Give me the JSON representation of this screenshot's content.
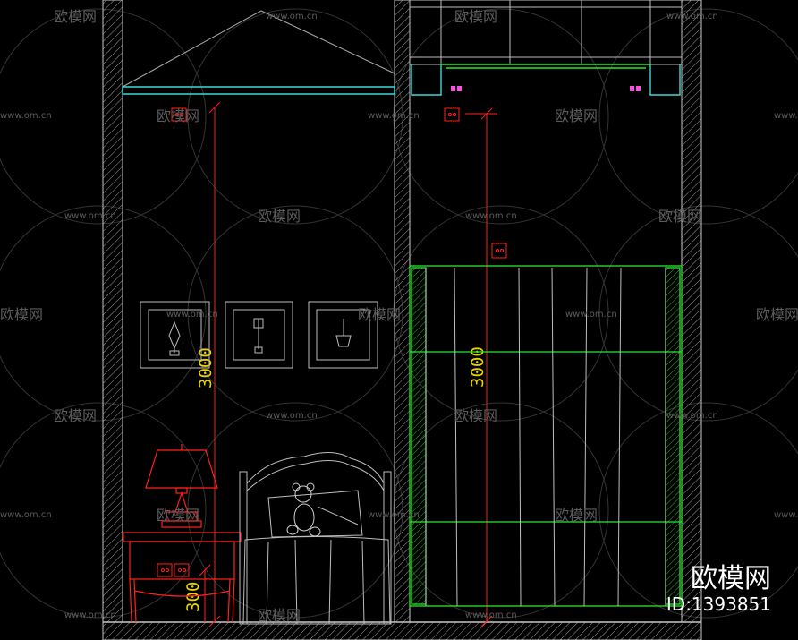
{
  "drawing": {
    "left_view": {
      "height_dimension": "3000",
      "base_dimension": "300"
    },
    "right_view": {
      "height_dimension": "3000"
    }
  },
  "watermark": {
    "url": "www.om.cn",
    "brand": "欧模网"
  },
  "brand_badge": {
    "name": "欧模网",
    "id": "ID:1393851"
  },
  "colors": {
    "background": "#000000",
    "lines": "#c8c8c8",
    "dimension": "#ff1e1e",
    "dim_text": "#e8d200",
    "furniture": "#ff2020",
    "panel": "#2ee52e",
    "ceiling": "#3fd7d7",
    "ceiling_light": "#ff4fe0"
  }
}
